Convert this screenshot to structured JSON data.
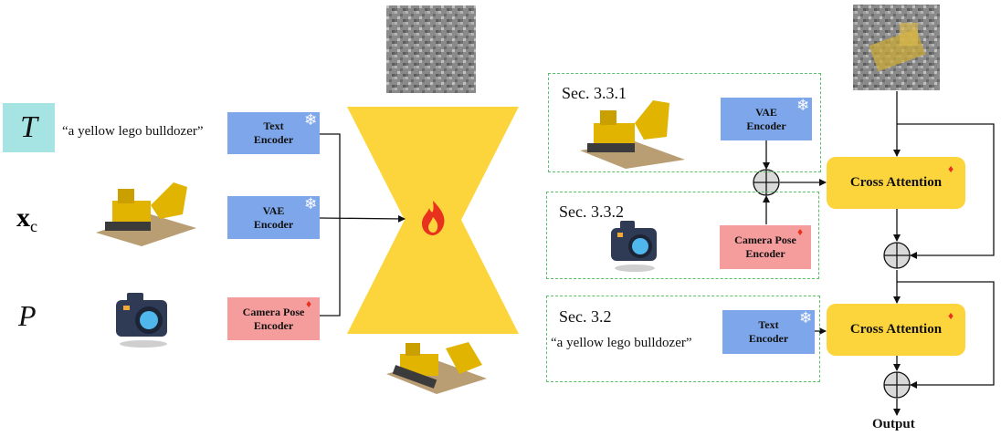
{
  "left": {
    "T_symbol": "T",
    "xc_symbol": "x",
    "xc_subscript": "c",
    "P_symbol": "P",
    "prompt": "“a yellow lego bulldozer”",
    "text_encoder": "Text\nEncoder",
    "vae_encoder": "VAE\nEncoder",
    "camera_encoder": "Camera Pose\nEncoder"
  },
  "right": {
    "sec_331": "Sec. 3.3.1",
    "sec_332": "Sec. 3.3.2",
    "sec_32": "Sec. 3.2",
    "vae_encoder": "VAE\nEncoder",
    "camera_encoder": "Camera Pose\nEncoder",
    "text_encoder": "Text\nEncoder",
    "prompt": "“a yellow lego bulldozer”",
    "cross_attention_1": "Cross Attention",
    "cross_attention_2": "Cross Attention",
    "output": "Output"
  },
  "colors": {
    "encoder_blue": "#7ea6ea",
    "camera_pink": "#f59c9c",
    "unet_yellow": "#fcd43c",
    "text_cyan": "#a6e3e3",
    "dash_green": "#5cbf6a"
  },
  "icons": [
    "snowflake-icon",
    "flame-icon",
    "plus-circle-icon",
    "camera-icon",
    "bulldozer-image",
    "noise-image"
  ]
}
